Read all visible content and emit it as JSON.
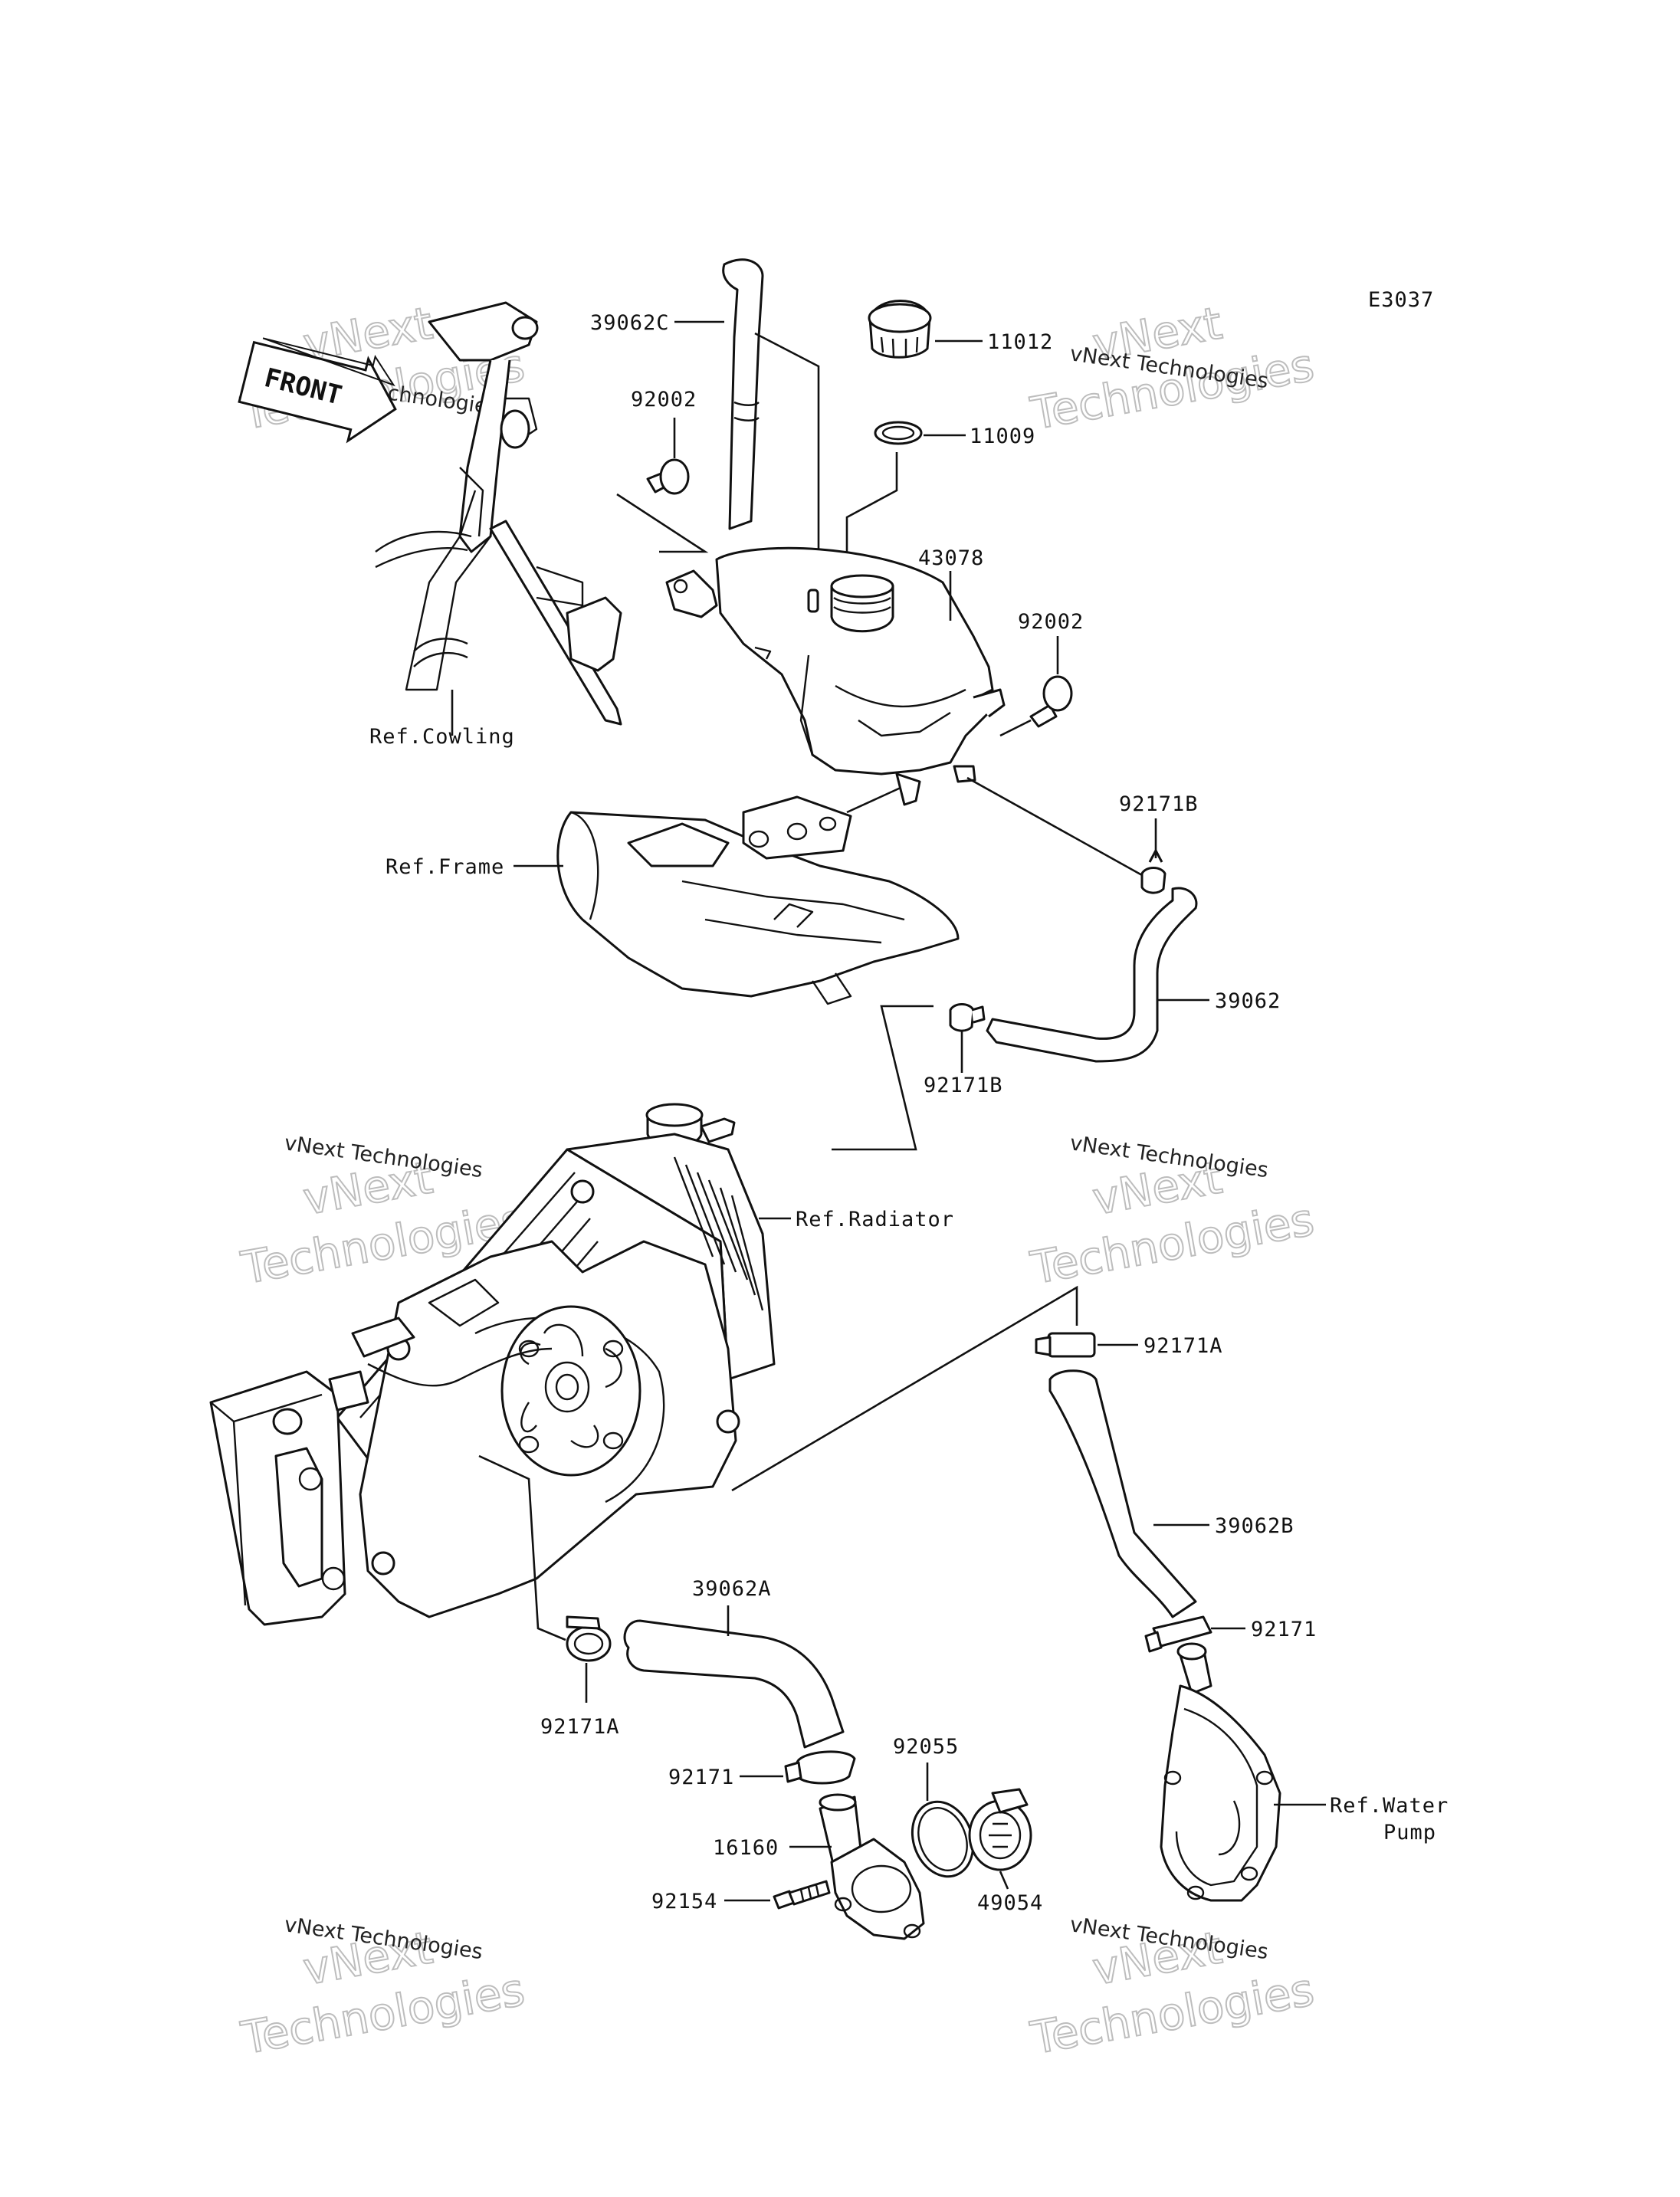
{
  "diagram_code": "E3037",
  "front_arrow": "FRONT",
  "watermark": {
    "line1": "vNext Technologies",
    "big1": "vNext",
    "big2": "Technologies"
  },
  "parts": {
    "p39062C": "39062C",
    "p92002_top": "92002",
    "p11012": "11012",
    "p11009": "11009",
    "p43078": "43078",
    "p92002_right": "92002",
    "ref_cowling": "Ref.Cowling",
    "p92171B_top": "92171B",
    "ref_frame": "Ref.Frame",
    "p39062": "39062",
    "p92171B_mid": "92171B",
    "ref_radiator": "Ref.Radiator",
    "p92171A_right": "92171A",
    "p39062B": "39062B",
    "p39062A": "39062A",
    "p92171_right": "92171",
    "ref_water_pump_1": "Ref.Water",
    "ref_water_pump_2": "Pump",
    "p92055": "92055",
    "p92171_left": "92171",
    "p92171A_left": "92171A",
    "p16160": "16160",
    "p92154": "92154",
    "p49054": "49054"
  }
}
